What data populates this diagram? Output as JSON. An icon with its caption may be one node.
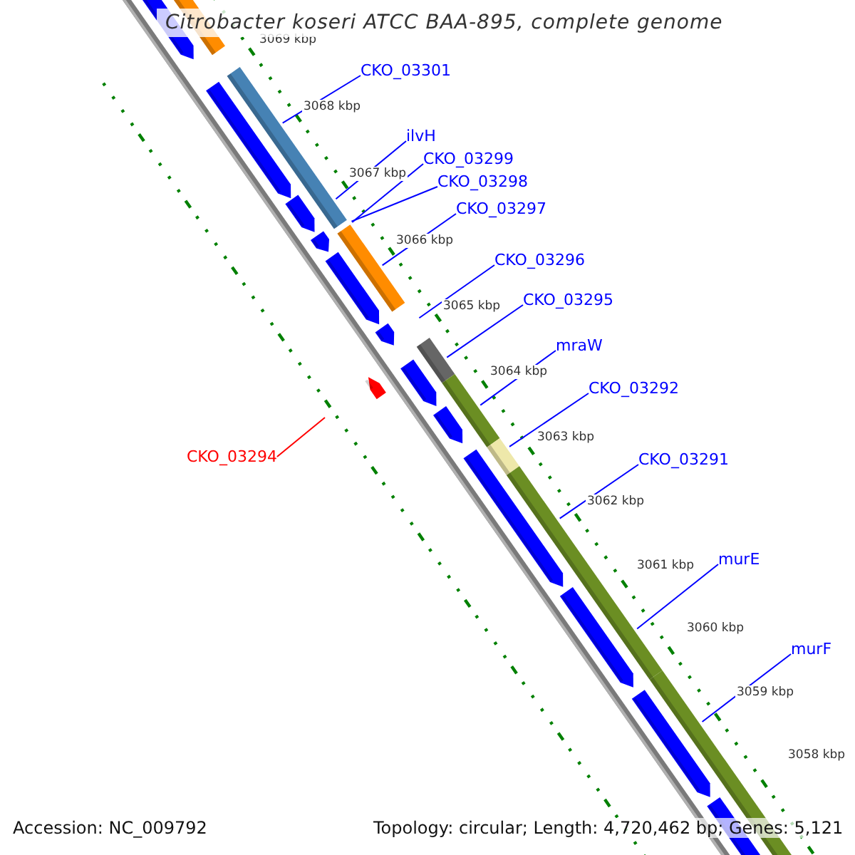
{
  "diagram": {
    "title": "Citrobacter koseri ATCC BAA-895, complete genome",
    "nodes": [
      {
        "text": [
          "CKO_03301"
        ]
      },
      {
        "text": [
          "ilvH"
        ]
      },
      {
        "text": [
          "CKO_03299"
        ]
      },
      {
        "text": [
          "CKO_03298"
        ]
      },
      {
        "text": [
          "CKO_03297"
        ]
      },
      {
        "text": [
          "CKO_03296"
        ]
      },
      {
        "text": [
          "CKO_03295"
        ]
      },
      {
        "text": [
          "mraW"
        ]
      },
      {
        "text": [
          "CKO_03292"
        ]
      },
      {
        "text": [
          "CKO_03294"
        ]
      },
      {
        "text": [
          "CKO_03291"
        ]
      },
      {
        "text": [
          "murE"
        ]
      },
      {
        "text": [
          "murF"
        ]
      }
    ],
    "edges": [
      {
        "from": 0,
        "to": null,
        "arrow": "none"
      },
      {
        "from": 1,
        "to": null,
        "arrow": "none"
      },
      {
        "from": 2,
        "to": null,
        "arrow": "none"
      },
      {
        "from": 3,
        "to": null,
        "arrow": "none"
      },
      {
        "from": 4,
        "to": null,
        "arrow": "none"
      },
      {
        "from": 5,
        "to": null,
        "arrow": "none"
      },
      {
        "from": 6,
        "to": null,
        "arrow": "none"
      },
      {
        "from": 7,
        "to": null,
        "arrow": "none"
      },
      {
        "from": 8,
        "to": null,
        "arrow": "none"
      },
      {
        "from": 9,
        "to": null,
        "arrow": "none",
        "color": "#ff0000"
      },
      {
        "from": 10,
        "to": null,
        "arrow": "none"
      },
      {
        "from": 11,
        "to": null,
        "arrow": "none"
      },
      {
        "from": 12,
        "to": null,
        "arrow": "none"
      }
    ],
    "labels": [
      "3069 kbp",
      "3068 kbp",
      "3067 kbp",
      "3066 kbp",
      "3065 kbp",
      "3064 kbp",
      "3063 kbp",
      "3062 kbp",
      "3061 kbp",
      "3060 kbp",
      "3059 kbp",
      "3058 kbp",
      "Accession: NC_009792",
      "Topology: circular; Length: 4,720,462 bp; Genes: 5,121"
    ]
  }
}
